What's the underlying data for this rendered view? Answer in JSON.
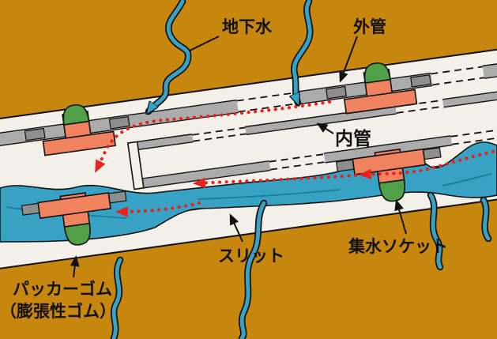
{
  "diagram": {
    "labels": {
      "groundwater": "地下水",
      "outer_pipe": "外管",
      "inner_pipe": "内管",
      "slit": "スリット",
      "collect_socket": "集水ソケット",
      "packer_line1": "パッカーゴム",
      "packer_line2": "（膨張性ゴム）"
    },
    "colors": {
      "ground": "#C7870E",
      "bore_white": "#F3F0E9",
      "pipe_gray": "#ABABAB",
      "coupling_gray": "#8E8E8E",
      "water_blue": "#38A2C4",
      "water_dark": "#1E7FA0",
      "socket_orange": "#F0825F",
      "packer_green": "#4FA047",
      "flow_red": "#E8231D",
      "ink": "#111111"
    }
  }
}
